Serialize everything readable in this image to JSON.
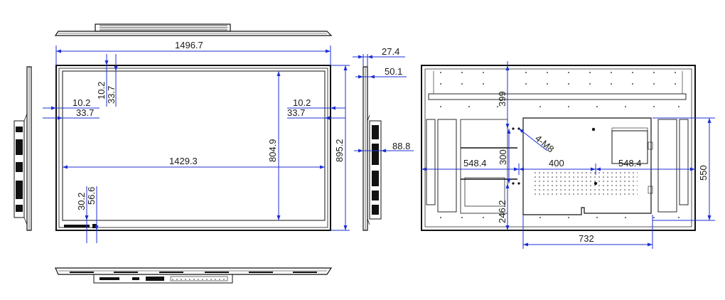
{
  "dimensions": {
    "overall_width": "1496.7",
    "depth_max": "27.4",
    "depth_body": "50.1",
    "bezel_top_1": "10.2",
    "bezel_top_2": "33.7",
    "bezel_left_1": "10.2",
    "bezel_left_2": "33.7",
    "bezel_right_1": "10.2",
    "bezel_right_2": "33.7",
    "active_width": "1429.3",
    "active_height": "804.9",
    "overall_height": "895.2",
    "bottom_1": "30.2",
    "bottom_2": "56.6",
    "side_depth": "88.8",
    "vesa_top": "399",
    "mount_holes": "4-M8",
    "left_offset": "548.4",
    "vesa_h": "400",
    "vesa_v": "300",
    "right_offset": "548.4",
    "bottom_offset": "246.2",
    "rear_height": "550",
    "rear_width": "732"
  },
  "colors": {
    "dimension_line": "#1c2fd6",
    "outline": "#111111"
  }
}
